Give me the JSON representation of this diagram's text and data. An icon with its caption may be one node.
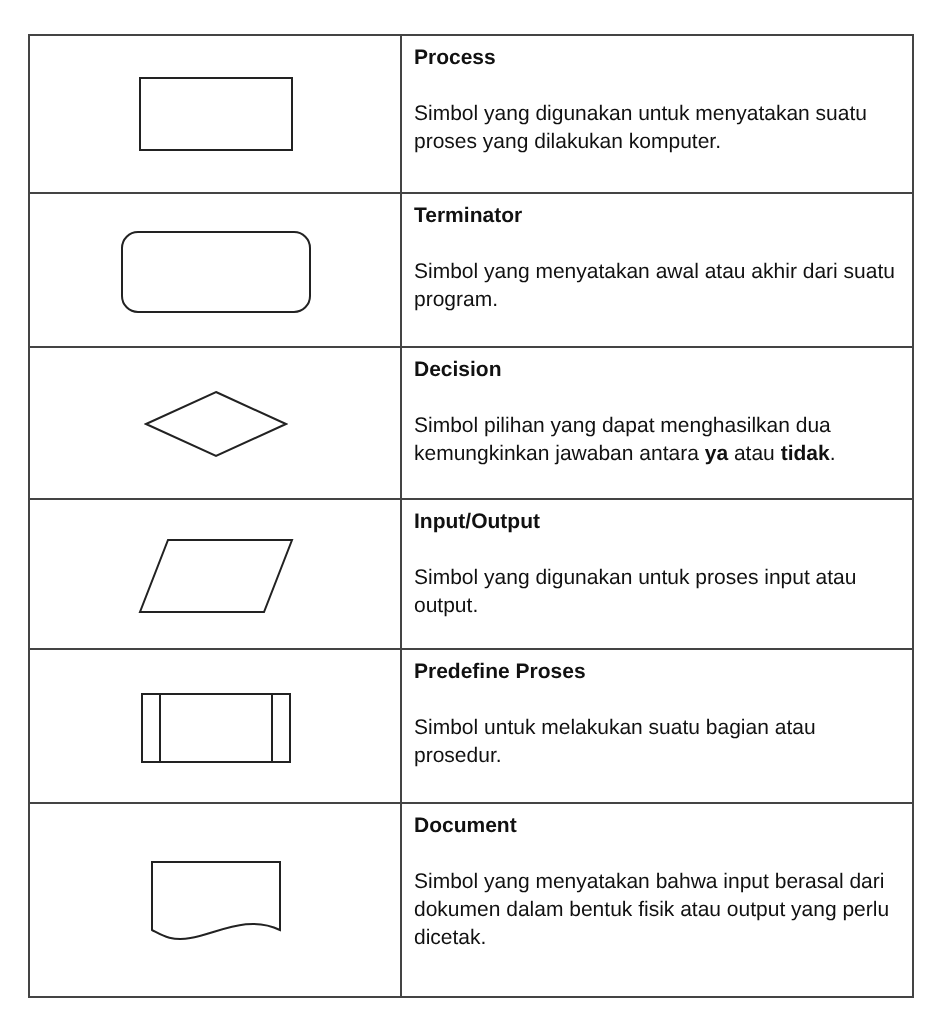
{
  "diagram": {
    "labels": [
      "Process",
      "Simbol yang digunakan untuk menyatakan suatu proses yang dilakukan komputer.",
      "Terminator",
      "Simbol yang menyatakan awal atau akhir dari suatu program.",
      "Decision",
      "Simbol pilihan yang dapat menghasilkan dua kemungkinkan jawaban antara **ya** atau **tidak**.",
      "Input/Output",
      "Simbol yang digunakan untuk proses input atau output.",
      "Predefine Proses",
      "Simbol untuk melakukan suatu bagian atau prosedur.",
      "Document",
      "Simbol yang menyatakan bahwa input berasal dari dokumen dalam bentuk fisik atau output yang perlu dicetak."
    ]
  }
}
